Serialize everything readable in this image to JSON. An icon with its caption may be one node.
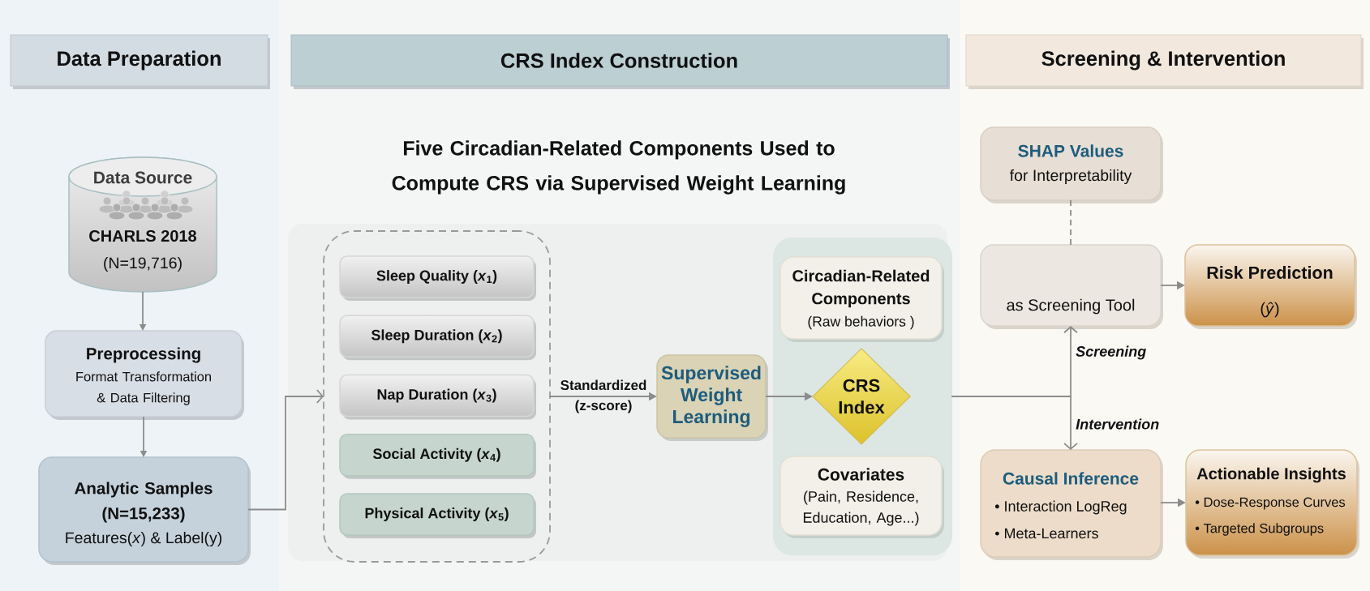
{
  "diagram": {
    "nodes": [
      {
        "text": [
          "Data Preparation"
        ]
      },
      {
        "text": [
          "CRS Index Construction"
        ]
      },
      {
        "text": [
          "Screening & Intervention"
        ]
      },
      {
        "text": [
          "Data Source",
          "CHARLS 2018",
          "(N=19,716)"
        ]
      },
      {
        "text": [
          "Preprocessing",
          "Format Transformation & Data Filtering"
        ]
      },
      {
        "text": [
          "Analytic Samples (N=15,233)",
          "Features(*x*) & Label(y)"
        ]
      },
      {
        "text": [],
        "shape": "box"
      },
      {
        "text": [
          "Sleep Quality (*x*$_{1}$)"
        ],
        "in": 6
      },
      {
        "text": [
          "Sleep Duration (*x*$_{2}$)"
        ],
        "in": 6
      },
      {
        "text": [
          "Nap Duration (*x*$_{3}$)"
        ],
        "in": 6
      },
      {
        "text": [
          "Social Activity (*x*$_{4}$)"
        ],
        "in": 6
      },
      {
        "text": [
          "Physical Activity (*x*$_{5}$)"
        ],
        "in": 6
      },
      {
        "text": [
          "Supervised Weight Learning"
        ]
      },
      {
        "text": [],
        "shape": "box"
      },
      {
        "text": [
          "Circadian-Related Components",
          "(Raw behaviors )"
        ],
        "in": 13
      },
      {
        "text": [
          "CRS Index"
        ],
        "in": 13
      },
      {
        "text": [
          "Covariates",
          "(Pain, Residence, Education, Age...)"
        ],
        "in": 13
      },
      {
        "text": [
          "SHAP Values",
          "for Interpretability"
        ]
      },
      {
        "text": [
          "as Screening Tool"
        ]
      },
      {
        "text": [
          "Risk Prediction",
          "(*ŷ*)"
        ]
      },
      {
        "text": [
          "Causal Inference",
          "• Interaction LogReg",
          "• Meta-Learners"
        ]
      },
      {
        "text": [
          "Actionable Insights",
          "• Dose-Response Curves",
          "• Targeted Subgroups"
        ]
      }
    ],
    "edges": [
      {
        "from": 3,
        "to": 4,
        "arrow": "to"
      },
      {
        "from": 4,
        "to": 5,
        "arrow": "to"
      },
      {
        "from": 5,
        "to": 6,
        "arrow": "to"
      },
      {
        "from": 6,
        "to": 12,
        "arrow": "to",
        "label": "Standardized (z-score)"
      },
      {
        "from": 12,
        "to": 15,
        "arrow": "to"
      },
      {
        "from": 13,
        "to": 18,
        "arrow": "to",
        "label": "Screening"
      },
      {
        "from": 13,
        "to": 20,
        "arrow": "to",
        "label": "Intervention"
      },
      {
        "from": 17,
        "to": 18,
        "arrow": "none",
        "style": "dashed"
      },
      {
        "from": 18,
        "to": 19,
        "arrow": "to"
      },
      {
        "from": 20,
        "to": 21,
        "arrow": "to"
      }
    ],
    "labels": [
      "Five Circadian-Related Components Used to Compute CRS via Supervised Weight Learning"
    ]
  }
}
